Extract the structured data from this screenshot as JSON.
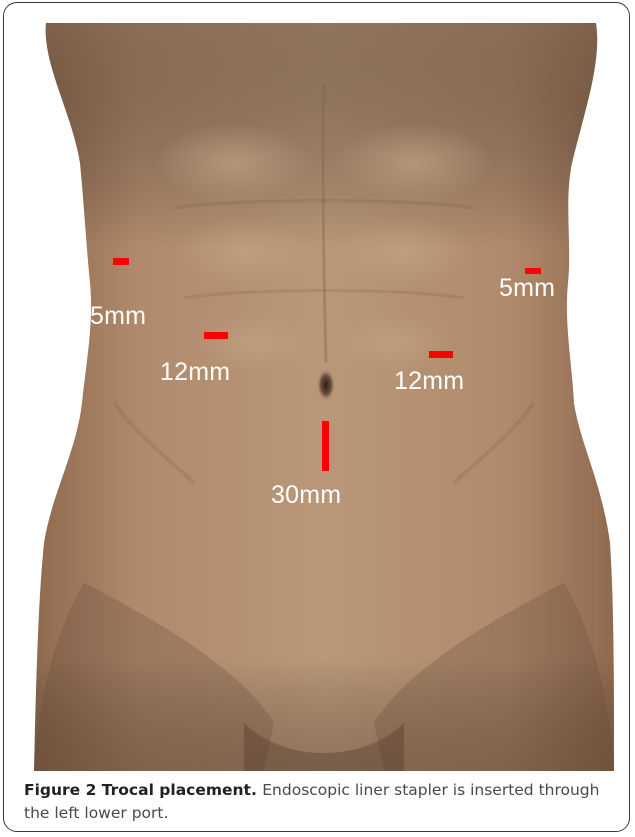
{
  "figure": {
    "image_subject": "3D rendered male abdomen (front view) with trocar port positions marked",
    "mark_color": "#ff0000",
    "skin_color": "#b08a6c",
    "ports": [
      {
        "id": "right-upper",
        "label": "5mm"
      },
      {
        "id": "right-middle",
        "label": "12mm"
      },
      {
        "id": "umbilical",
        "label": "30mm"
      },
      {
        "id": "left-middle",
        "label": "12mm"
      },
      {
        "id": "left-upper",
        "label": "5mm"
      }
    ]
  },
  "caption": {
    "label": "Figure 2",
    "title": "Trocal placement.",
    "text": "Endoscopic liner stapler is inserted through the left lower port."
  }
}
